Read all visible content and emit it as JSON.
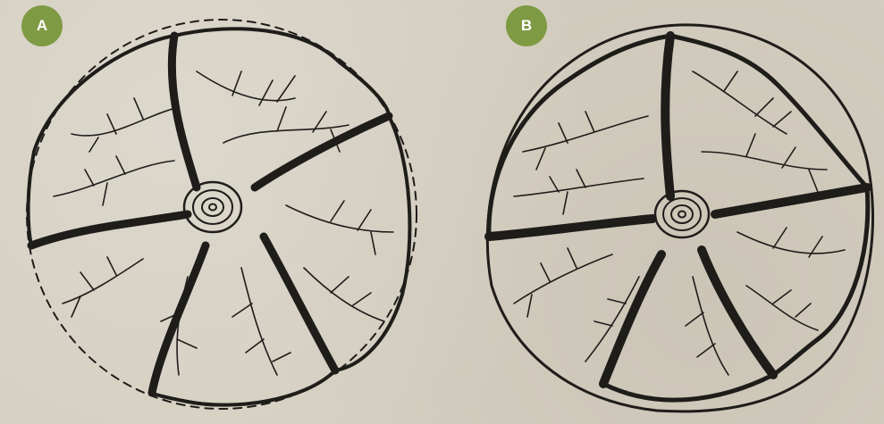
{
  "panels": [
    {
      "label": "A",
      "lobes": 5,
      "ink": "#1f1d1a"
    },
    {
      "label": "B",
      "lobes": 5,
      "ink": "#1f1d1a"
    }
  ],
  "colors": {
    "paper": "#d5cfc1",
    "badge": "#7e9a43",
    "badge_text": "#ffffff"
  }
}
